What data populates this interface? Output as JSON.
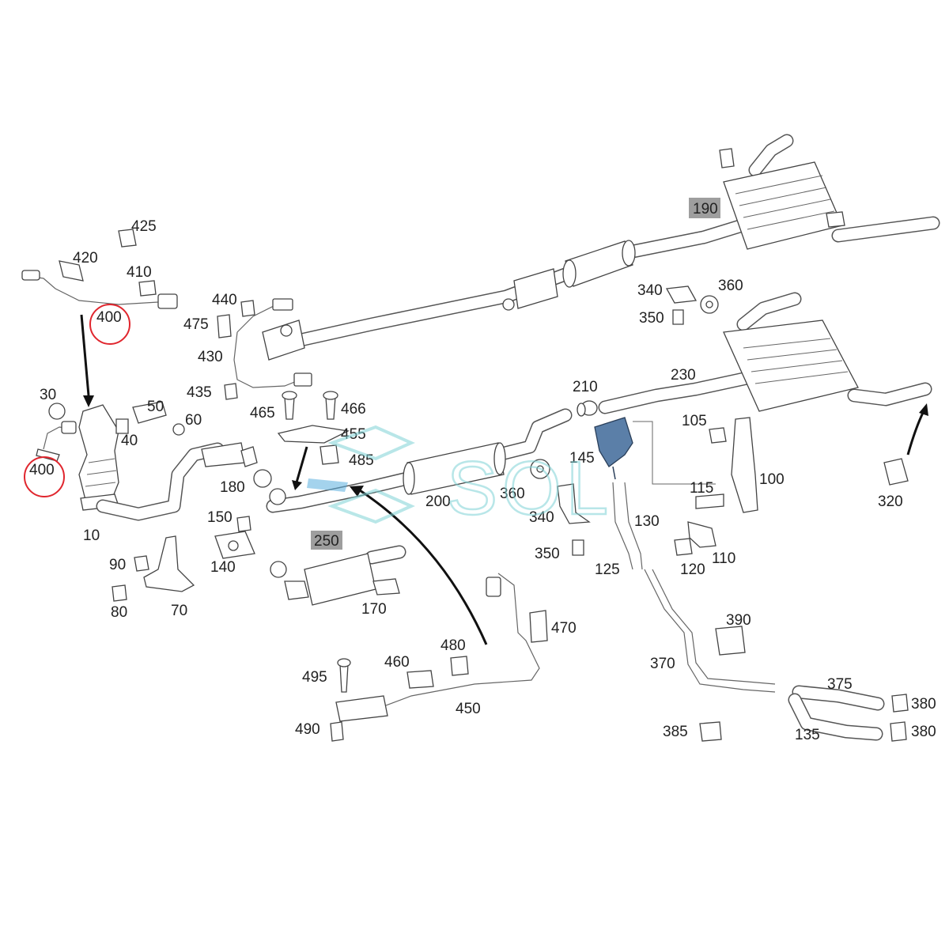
{
  "labels": {
    "l190": "190",
    "l425": "425",
    "l420": "420",
    "l410": "410",
    "l400a": "400",
    "l440": "440",
    "l475": "475",
    "l430": "430",
    "l435": "435",
    "l340a": "340",
    "l360a": "360",
    "l350a": "350",
    "l230": "230",
    "l210": "210",
    "l30": "30",
    "l50": "50",
    "l40": "40",
    "l60": "60",
    "l465": "465",
    "l466": "466",
    "l455": "455",
    "l485": "485",
    "l400b": "400",
    "l180": "180",
    "l200": "200",
    "l360b": "360",
    "l145": "145",
    "l105": "105",
    "l100": "100",
    "l115": "115",
    "l320": "320",
    "l340b": "340",
    "l130": "130",
    "l10": "10",
    "l150": "150",
    "l250": "250",
    "l140": "140",
    "l90": "90",
    "l350b": "350",
    "l125": "125",
    "l120": "120",
    "l110": "110",
    "l80": "80",
    "l70": "70",
    "l170": "170",
    "l470": "470",
    "l390": "390",
    "l480": "480",
    "l460": "460",
    "l495": "495",
    "l370": "370",
    "l375": "375",
    "l450": "450",
    "l380a": "380",
    "l380b": "380",
    "l490": "490",
    "l385": "385",
    "l135": "135"
  },
  "watermark": {
    "text": "SOL"
  },
  "colors": {
    "highlight_ring": "#e0262e",
    "label_box": "#9e9e9e",
    "watermark": "#7fd3d6",
    "sensor_blue": "#5b7fa8"
  }
}
